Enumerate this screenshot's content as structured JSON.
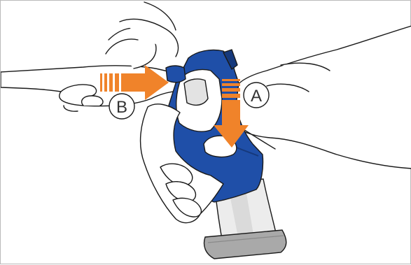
{
  "illustration": {
    "colors": {
      "device_blue": "#1f4fa8",
      "device_blue_dark": "#16397c",
      "arrow_orange": "#f0832a",
      "canister_grey": "#d8d8d8",
      "canister_grey_dark": "#a9a9a9",
      "outline": "#1a1a1a"
    },
    "callouts": [
      {
        "id": "A",
        "label": "A",
        "arrow_direction": "down"
      },
      {
        "id": "B",
        "label": "B",
        "arrow_direction": "right"
      }
    ]
  }
}
